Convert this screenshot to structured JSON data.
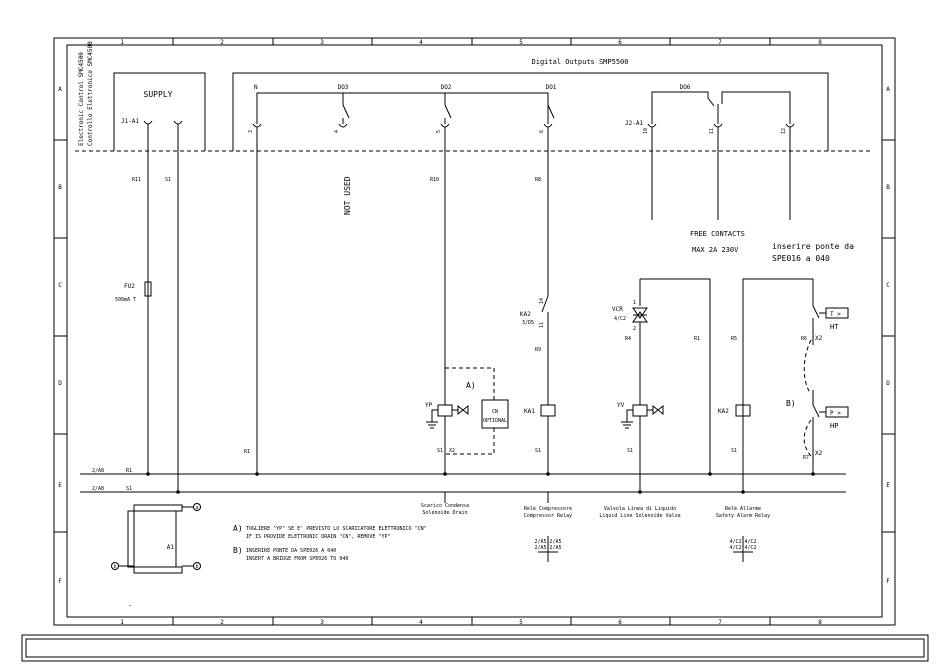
{
  "grid": {
    "columns": [
      "1",
      "2",
      "3",
      "4",
      "5",
      "6",
      "7",
      "8"
    ],
    "rows": [
      "A",
      "B",
      "C",
      "D",
      "E",
      "F"
    ]
  },
  "controller": {
    "line1": "Electronic Control SMC4500",
    "line2": "Controllo Elettronico SMC4500"
  },
  "supply": {
    "title": "SUPPLY",
    "terminal": "J1-A1"
  },
  "digital_outputs": {
    "title": "Digital Outputs SMP5500",
    "n": "N",
    "do3": "DO3",
    "do2": "DO2",
    "do1": "DO1",
    "do6": "DO6",
    "j2": "J2-A1",
    "pin3": "3",
    "pin4": "4",
    "pin5": "5",
    "pin6": "6",
    "pin10": "10",
    "pin11": "11",
    "pin12": "12"
  },
  "wires": {
    "r11": "R11",
    "s1": "S1",
    "r10": "R10",
    "r8": "R8",
    "r9": "R9",
    "r4": "R4",
    "r1": "R1",
    "r5": "R5",
    "r6": "R6",
    "r7": "R7"
  },
  "not_used": "NOT USED",
  "fuse": {
    "name": "FU2",
    "rating": "500mA T"
  },
  "free_contacts": {
    "line1": "FREE CONTACTS",
    "line2": "MAX 2A 230V"
  },
  "bridge_note": {
    "line1": "inserire ponte da",
    "line2": "SPE016 a 040"
  },
  "components": {
    "ka2": "KA2",
    "ka2_ref": "3/D5",
    "ka1": "KA1",
    "vcr": "VCR",
    "vcr_ref": "4/C2",
    "yp": "YP",
    "yv": "YV",
    "cn1": "CN",
    "cn2": "OPTIONAL",
    "a_mark": "A)",
    "b_mark": "B)",
    "ht": "HT",
    "hp": "HP",
    "t_gt": "T >",
    "p_gt": "P >",
    "x2": "X2",
    "a1": "A1",
    "a": "a",
    "b": "b",
    "pin1": "1",
    "pin2": "2",
    "pin11": "11",
    "pin14": "14",
    "pin1x": "1",
    "pin2x": "2"
  },
  "buses": {
    "r1": "R1",
    "s1": "S1",
    "r1_ref": "2/A8",
    "s1_ref": "2/A8"
  },
  "labels": {
    "drain_it": "Scarico Condensa",
    "drain_en": "Solenoide Drain",
    "comp_it": "Relè Compressore",
    "comp_en": "Compressor Relay",
    "valve_it": "Valvola Linea di Liquido",
    "valve_en": "Liquid Line Solenoide Valve",
    "alarm_it": "Relè Allarme",
    "alarm_en": "Safety Alarm Relay"
  },
  "contact_refs": {
    "comp_a": "2/A5 2/A5",
    "comp_b": "2/A5 2/A5",
    "alarm_a": "4/C2 4/C2",
    "alarm_b": "4/C2 4/C2"
  },
  "notes": {
    "a_label": "A)",
    "a_line1": "TOGLIERE \"YP\" SE E' PREVISTO LO SCARICATORE ELETTRONICO \"CN\"",
    "a_line2": "IF IS PROVIDE ELETTRONIC DRAIN \"CN\", REMOVE \"YP\"",
    "b_label": "B)",
    "b_line1": "INSERIRE PONTE DA SPE026 A 040",
    "b_line2": "INSERT A BRIDGE FROM SPE026 TO 040"
  },
  "footer": {
    "dash": "-"
  }
}
